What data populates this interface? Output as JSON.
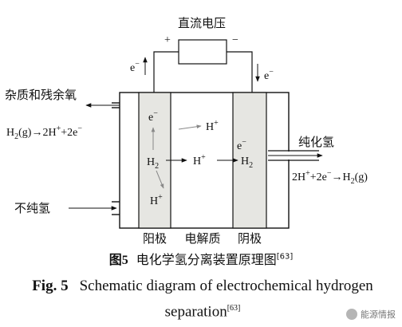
{
  "voltage_label": "直流电压",
  "plus_sign": "+",
  "minus_sign": "−",
  "electron": "e",
  "electron_sup": "−",
  "proton": "H",
  "proton_sup": "+",
  "h2_main": "H",
  "h2_sub": "2",
  "outlet_label": "杂质和残余氧",
  "inlet_label": "不纯氢",
  "pure_label": "纯化氢",
  "anode_reaction": {
    "p1": "H",
    "sub1": "2",
    "p2": "(g)→2H",
    "sup1": "+",
    "p3": "+2e",
    "sup2": "−"
  },
  "cathode_reaction": {
    "p1": "2H",
    "sup1": "+",
    "p2": "+2e",
    "sup2": "−",
    "p3": "→H",
    "sub1": "2",
    "p4": "(g)"
  },
  "bottom_labels": {
    "anode": "阳极",
    "electrolyte": "电解质",
    "cathode": "阴极"
  },
  "caption_cn": {
    "fig": "图5",
    "text": "电化学氢分离装置原理图",
    "ref": "[63]"
  },
  "caption_en": {
    "fig": "Fig. 5",
    "text": "Schematic diagram of electrochemical hydrogen separation",
    "ref": "[63]"
  },
  "watermark": "能源情报",
  "colors": {
    "electrode_fill": "#e6e6e2",
    "line": "#111111"
  }
}
